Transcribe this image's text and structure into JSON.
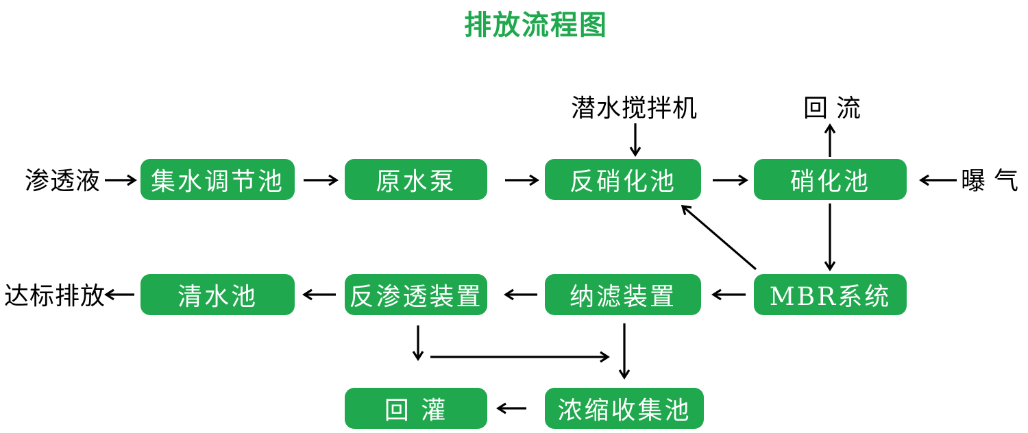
{
  "title": "排放流程图",
  "colors": {
    "accent_green": "#1fa84d",
    "arrow_black": "#000000",
    "box_text": "#ffffff"
  },
  "nodes": {
    "collection_tank": "集水调节池",
    "raw_water_pump": "原水泵",
    "denitrification_tank": "反硝化池",
    "nitrification_tank": "硝化池",
    "clear_water_tank": "清水池",
    "reverse_osmosis_unit": "反渗透装置",
    "nanofiltration_unit": "纳滤装置",
    "mbr_system": "MBR系统",
    "reinjection": "回  灌",
    "concentrate_collection_tank": "浓缩收集池"
  },
  "labels": {
    "influent": "渗透液",
    "submersible_mixer": "潜水搅拌机",
    "reflux": "回 流",
    "aeration": "曝 气",
    "standard_discharge": "达标排放"
  },
  "edges": [
    {
      "from": "渗透液",
      "to": "集水调节池"
    },
    {
      "from": "集水调节池",
      "to": "原水泵"
    },
    {
      "from": "原水泵",
      "to": "反硝化池"
    },
    {
      "from": "反硝化池",
      "to": "硝化池"
    },
    {
      "from": "曝 气",
      "to": "硝化池"
    },
    {
      "from": "潜水搅拌机",
      "to": "反硝化池"
    },
    {
      "from": "硝化池",
      "to": "回 流"
    },
    {
      "from": "硝化池",
      "to": "MBR系统"
    },
    {
      "from": "MBR系统",
      "to": "反硝化池"
    },
    {
      "from": "MBR系统",
      "to": "纳滤装置"
    },
    {
      "from": "纳滤装置",
      "to": "反渗透装置"
    },
    {
      "from": "反渗透装置",
      "to": "清水池"
    },
    {
      "from": "清水池",
      "to": "达标排放"
    },
    {
      "from": "反渗透装置",
      "to": "浓缩收集池"
    },
    {
      "from": "纳滤装置",
      "to": "浓缩收集池"
    },
    {
      "from": "浓缩收集池",
      "to": "回  灌"
    }
  ]
}
